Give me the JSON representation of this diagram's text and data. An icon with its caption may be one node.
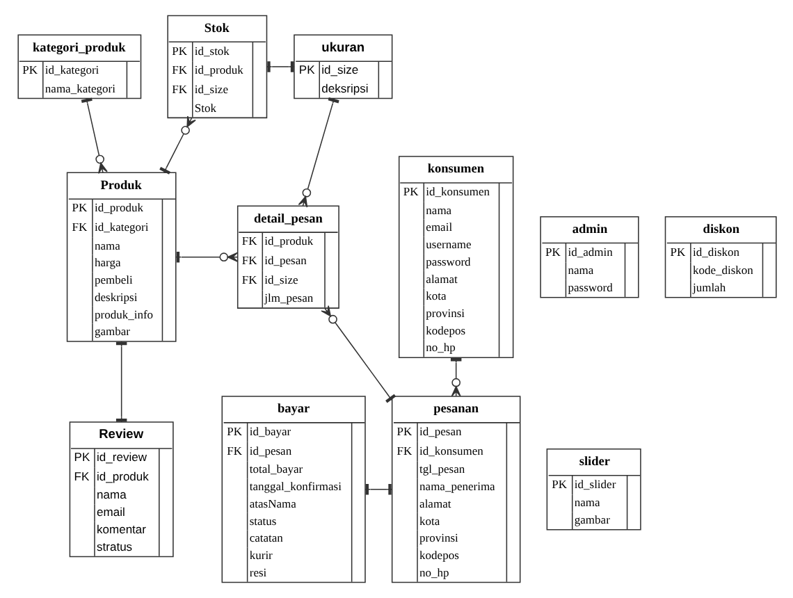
{
  "diagram": {
    "nodes": [
      {
        "text": [
          "kategori_produk",
          "PK",
          "id_kategori",
          "nama_kategori"
        ]
      },
      {
        "text": [
          "Stok",
          "PK",
          "id_stok",
          "FK",
          "id_produk",
          "FK",
          "id_size",
          "Stok"
        ]
      },
      {
        "text": [
          "ukuran",
          "PK",
          "id_size",
          "deksripsi"
        ]
      },
      {
        "text": [
          "Produk",
          "PK",
          "id_produk",
          "FK",
          "id_kategori",
          "nama",
          "harga",
          "pembeli",
          "deskripsi",
          "produk_info",
          "gambar"
        ]
      },
      {
        "text": [
          "konsumen",
          "PK",
          "id_konsumen",
          "nama",
          "email",
          "username",
          "password",
          "alamat",
          "kota",
          "provinsi",
          "kodepos",
          "no_hp"
        ]
      },
      {
        "text": [
          "detail_pesan",
          "FK",
          "id_produk",
          "FK",
          "id_pesan",
          "FK",
          "id_size",
          "jlm_pesan"
        ]
      },
      {
        "text": [
          "Review",
          "PK",
          "id_review",
          "FK",
          "id_produk",
          "nama",
          "email",
          "komentar",
          "stratus"
        ]
      },
      {
        "text": [
          "bayar",
          "PK",
          "id_bayar",
          "FK",
          "id_pesan",
          "total_bayar",
          "tanggal_konfirmasi",
          "atasNama",
          "status",
          "catatan",
          "kurir",
          "resi"
        ]
      },
      {
        "text": [
          "slider",
          "PK",
          "id_slider",
          "nama",
          "gambar"
        ]
      },
      {
        "text": [
          "pesanan",
          "PK",
          "id_pesan",
          "FK",
          "id_konsumen",
          "tgl_pesan",
          "nama_penerima",
          "alamat",
          "kota",
          "provinsi",
          "kodepos",
          "no_hp"
        ]
      },
      {
        "text": [
          "admin",
          "PK",
          "id_admin",
          "nama",
          "password"
        ]
      },
      {
        "text": [
          "diskon",
          "PK",
          "id_diskon",
          "kode_diskon",
          "jumlah"
        ]
      }
    ],
    "edges": [
      {
        "from": 0,
        "to": 3,
        "arrow": "other"
      },
      {
        "from": 3,
        "to": 1,
        "arrow": "other"
      },
      {
        "from": 3,
        "to": 5,
        "arrow": "other"
      },
      {
        "from": 1,
        "to": 2,
        "arrow": "other"
      },
      {
        "from": 2,
        "to": 5,
        "arrow": "other"
      },
      {
        "from": 3,
        "to": 6,
        "arrow": "other"
      },
      {
        "from": 9,
        "to": 5,
        "arrow": "other"
      },
      {
        "from": 7,
        "to": 9,
        "arrow": "other"
      },
      {
        "from": 4,
        "to": 9,
        "arrow": "other"
      }
    ]
  }
}
